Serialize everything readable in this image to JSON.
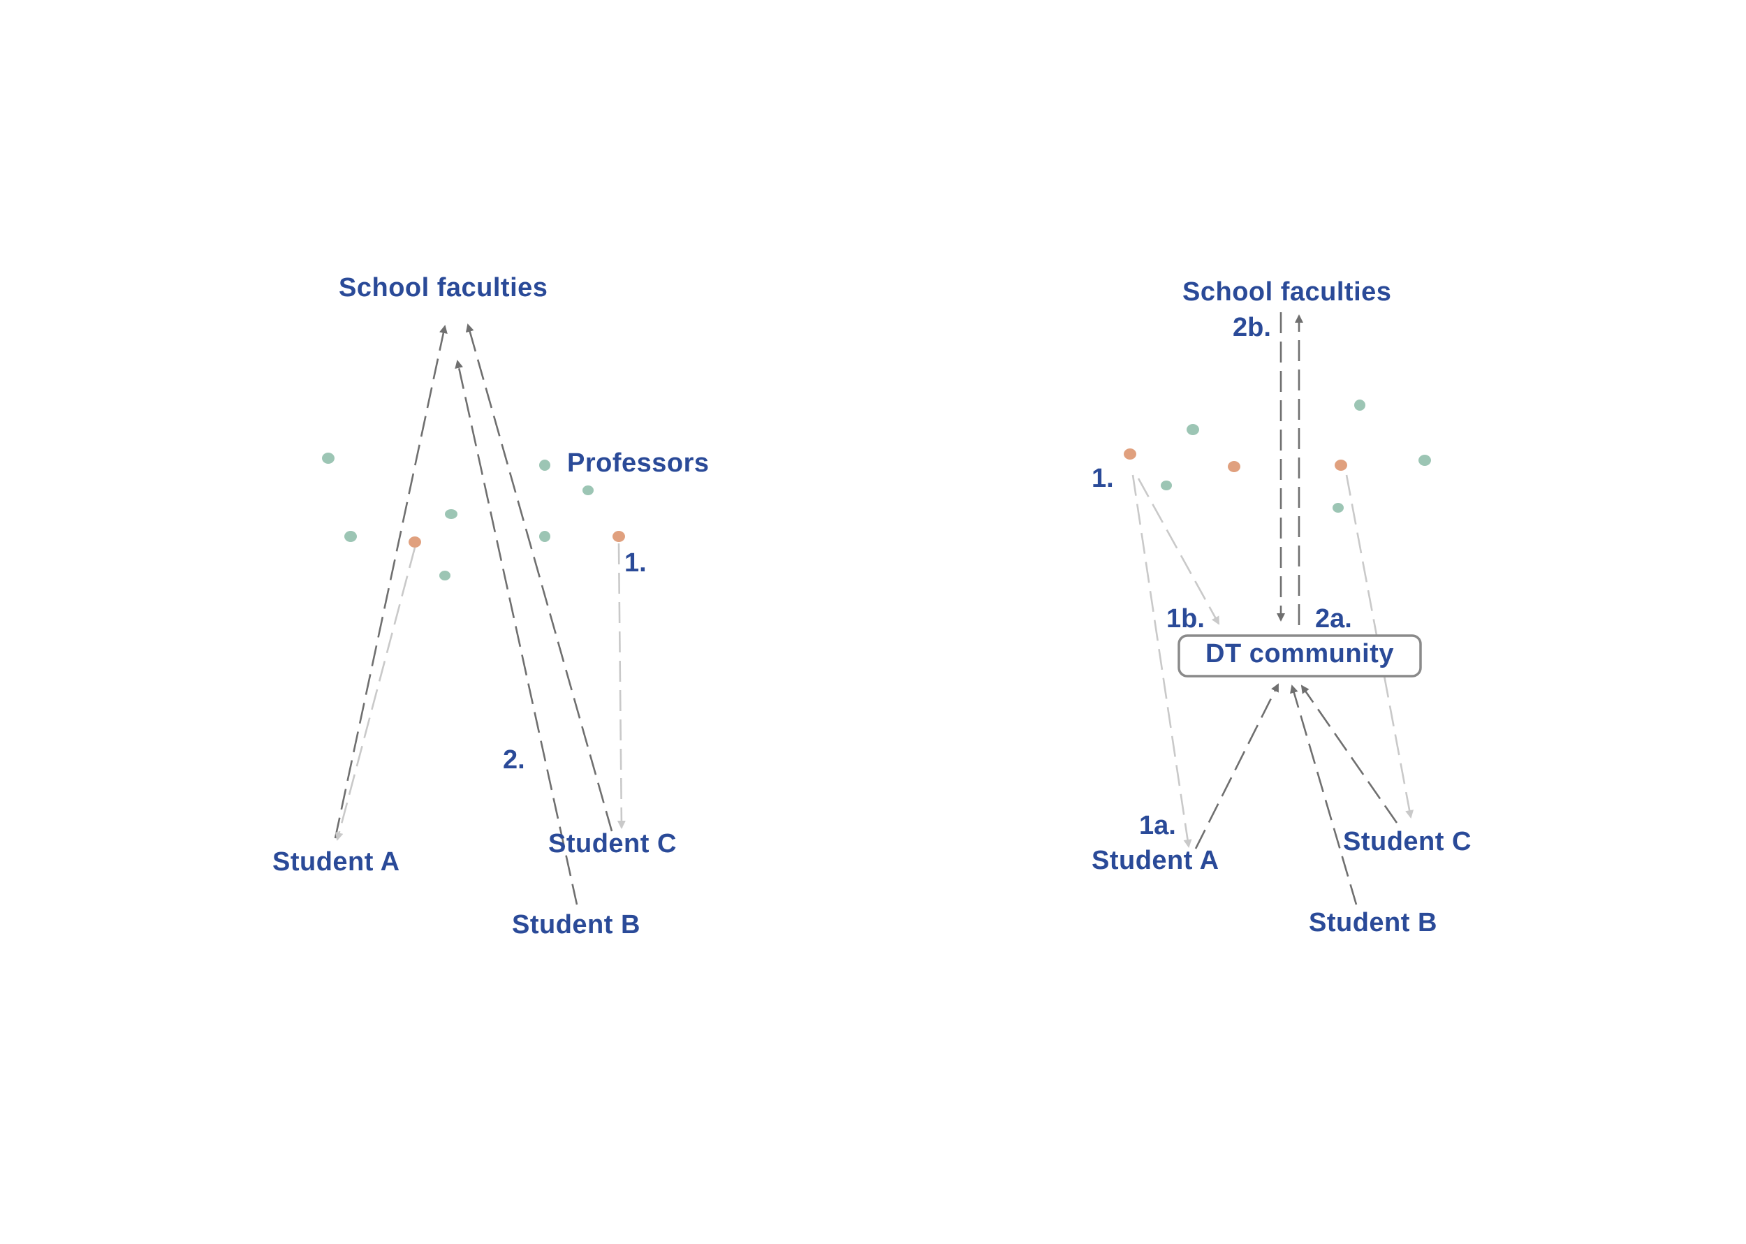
{
  "left_diagram": {
    "school_faculties": "School faculties",
    "professors": "Professors",
    "student_a": "Student A",
    "student_b": "Student B",
    "student_c": "Student C",
    "step_1": "1.",
    "step_2": "2."
  },
  "right_diagram": {
    "school_faculties": "School faculties",
    "dt_community": "DT community",
    "student_a": "Student A",
    "student_b": "Student B",
    "student_c": "Student C",
    "step_1": "1.",
    "step_1a": "1a.",
    "step_1b": "1b.",
    "step_2a": "2a.",
    "step_2b": "2b."
  },
  "colors": {
    "label": "#2a4a98",
    "faculty_member": "#9cc5b4",
    "professor_highlight": "#e0a07e",
    "arrow_dark": "#6f6f6f",
    "arrow_light": "#c9c9c9"
  }
}
